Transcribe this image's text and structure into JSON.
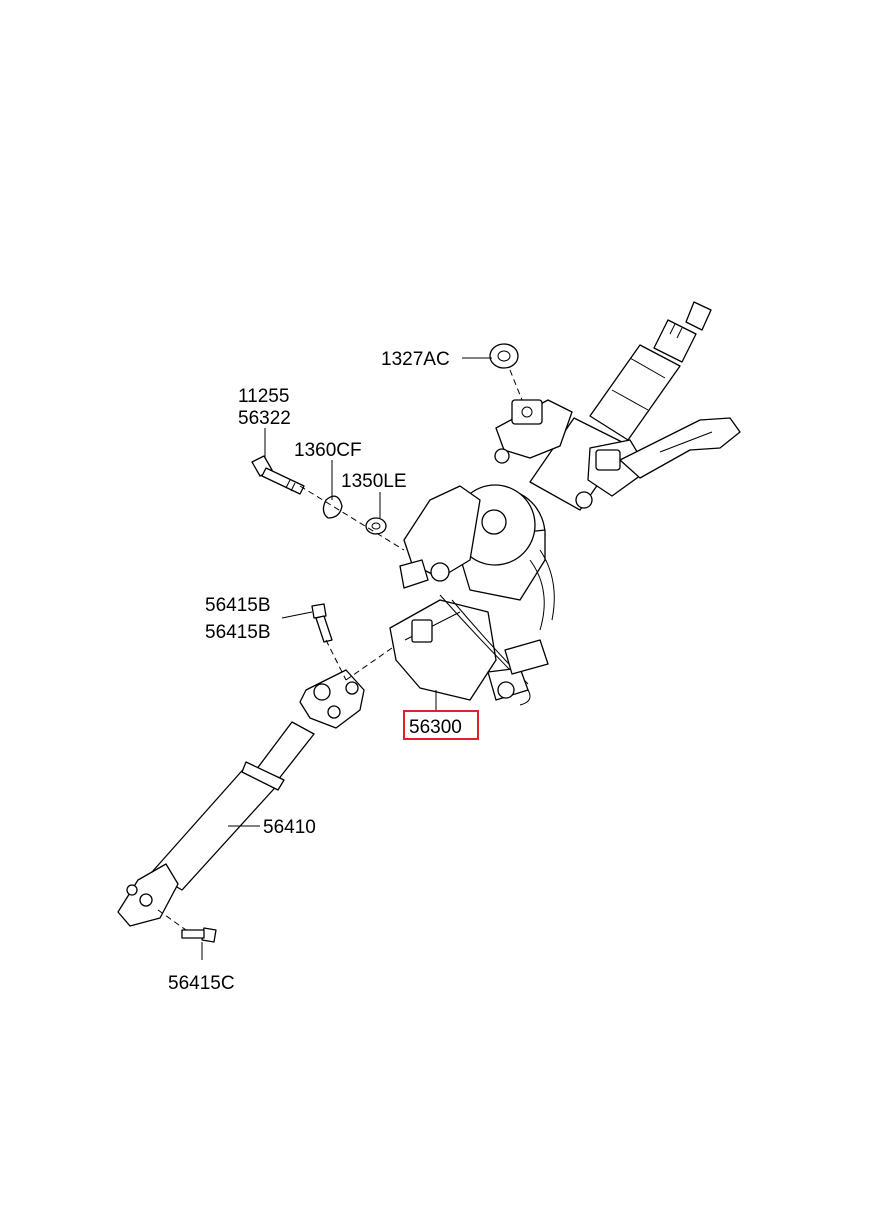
{
  "parts": {
    "p_1327AC": "1327AC",
    "p_11255": "11255",
    "p_56322": "56322",
    "p_1360CF": "1360CF",
    "p_1350LE": "1350LE",
    "p_56415B_a": "56415B",
    "p_56415B_b": "56415B",
    "p_56300": "56300",
    "p_56410": "56410",
    "p_56415C": "56415C"
  },
  "highlight_color": "#e0202a"
}
